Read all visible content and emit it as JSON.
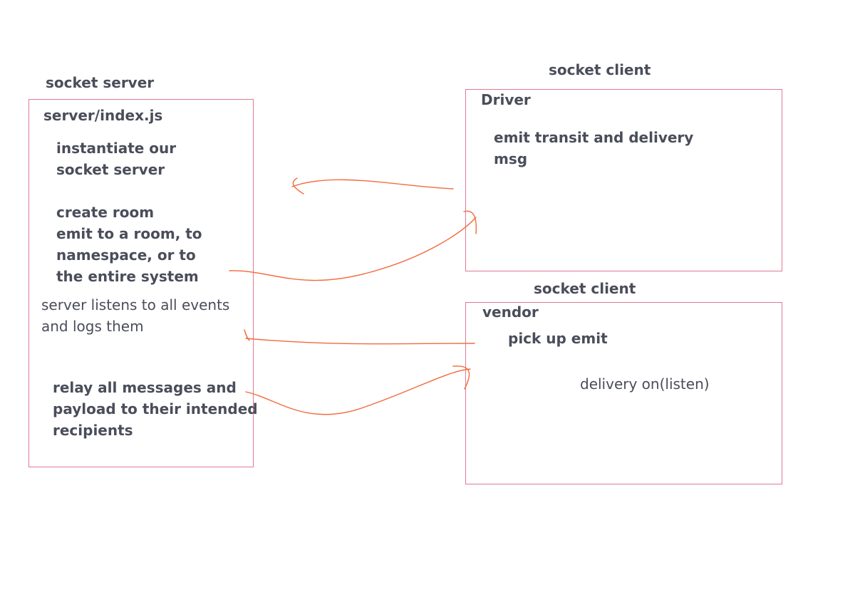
{
  "server": {
    "heading": "socket server",
    "title": "server/index.js",
    "instantiate": "instantiate our\nsocket server",
    "rooms": "create room\nemit to a room, to\nnamespace, or to\nthe entire system",
    "listens": "server listens to all events\nand logs them",
    "relay": "relay all messages and\npayload to their intended\nrecipients"
  },
  "driver": {
    "heading": "socket client",
    "title": "Driver",
    "emit": "emit transit and delivery\nmsg"
  },
  "vendor": {
    "heading": "socket client",
    "title": "vendor",
    "pickup": "pick up emit",
    "delivery": "delivery on(listen)"
  },
  "colors": {
    "box_border": "#e07a92",
    "arrow": "#f26b3d",
    "text": "#4a4d5a"
  }
}
